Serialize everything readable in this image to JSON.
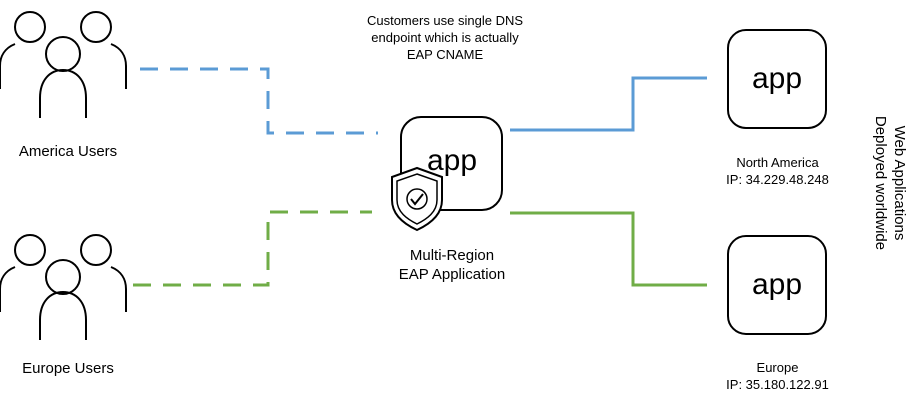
{
  "caption": {
    "line1": "Customers use single DNS",
    "line2": "endpoint which is actually",
    "line3": "EAP CNAME"
  },
  "america_users": {
    "label": "America Users"
  },
  "europe_users": {
    "label": "Europe Users"
  },
  "center_app": {
    "icon_text": "app",
    "line1": "Multi-Region",
    "line2": "EAP Application",
    "badge_icon": "shield-check-icon"
  },
  "na_app": {
    "icon_text": "app",
    "line1": "North America",
    "line2": "IP: 34.229.48.248"
  },
  "eu_app": {
    "icon_text": "app",
    "line1": "Europe",
    "line2": "IP: 35.180.122.91"
  },
  "side_title": {
    "line1": "Web Applications",
    "line2": "Deployed worldwide"
  },
  "colors": {
    "america_line": "#5b9bd5",
    "europe_line": "#70ad47",
    "icon_stroke": "#000000"
  }
}
